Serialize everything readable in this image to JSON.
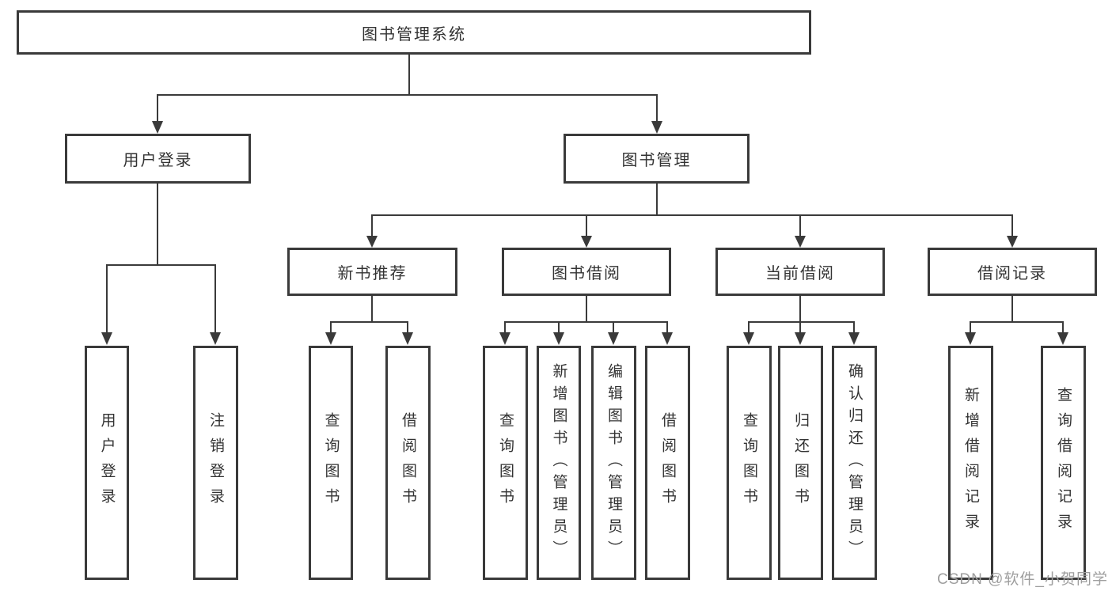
{
  "colors": {
    "line": "#3a3a3a",
    "text": "#333333",
    "watermark": "#9e9e9e",
    "background": "#ffffff"
  },
  "tree": {
    "root": {
      "label": "图书管理系统"
    },
    "user_login": {
      "label": "用户登录",
      "children": [
        {
          "label": "用户登录"
        },
        {
          "label": "注销登录"
        }
      ]
    },
    "book_mgmt": {
      "label": "图书管理",
      "sections": [
        {
          "label": "新书推荐",
          "children": [
            {
              "label": "查询图书"
            },
            {
              "label": "借阅图书"
            }
          ]
        },
        {
          "label": "图书借阅",
          "children": [
            {
              "label": "查询图书"
            },
            {
              "label": "新增图书（管理员）"
            },
            {
              "label": "编辑图书（管理员）"
            },
            {
              "label": "借阅图书"
            }
          ]
        },
        {
          "label": "当前借阅",
          "children": [
            {
              "label": "查询图书"
            },
            {
              "label": "归还图书"
            },
            {
              "label": "确认归还（管理员）"
            }
          ]
        },
        {
          "label": "借阅记录",
          "children": [
            {
              "label": "新增借阅记录"
            },
            {
              "label": "查询借阅记录"
            }
          ]
        }
      ]
    }
  },
  "watermark": {
    "text": "CSDN @软件_小贺同学"
  }
}
